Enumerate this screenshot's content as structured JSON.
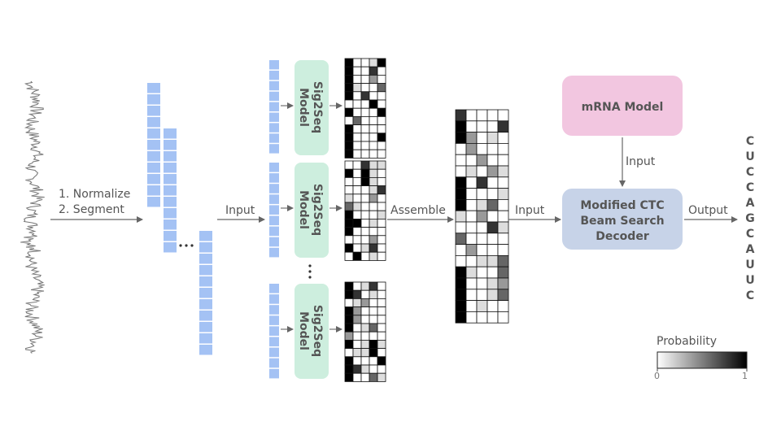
{
  "preprocess": {
    "line1": "1. Normalize",
    "line2": "2. Segment"
  },
  "labels": {
    "input_1": "Input",
    "assemble": "Assemble",
    "input_2": "Input",
    "input_3": "Input",
    "output": "Output"
  },
  "sig2seq": {
    "line1": "Sig2Seq",
    "line2": "Model"
  },
  "mrna_model": {
    "label": "mRNA Model",
    "color": "#f2c6e0"
  },
  "decoder": {
    "line1": "Modified CTC",
    "line2": "Beam Search",
    "line3": "Decoder",
    "color": "#c7d3e8"
  },
  "colors": {
    "segment": "#a4c2f4",
    "sig2seq_box": "#cdeede",
    "arrow": "#666666",
    "signal": "#777777"
  },
  "output_sequence": [
    "C",
    "U",
    "C",
    "C",
    "A",
    "G",
    "C",
    "A",
    "U",
    "U",
    "C"
  ],
  "legend": {
    "title": "Probability",
    "min": "0",
    "max": "1"
  },
  "icons": {
    "ellipsis": "ellipsis-icon"
  }
}
